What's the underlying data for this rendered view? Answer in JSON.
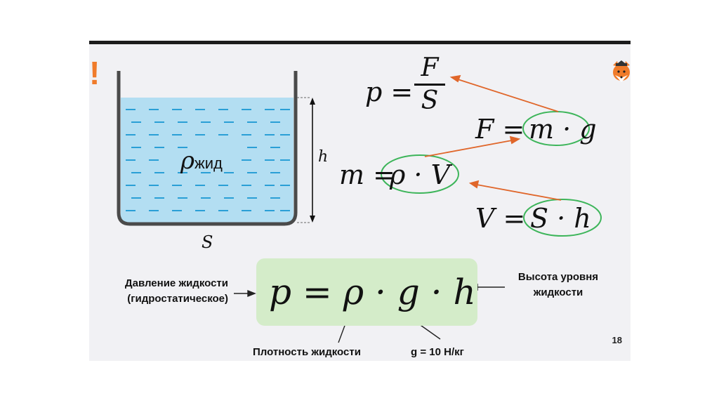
{
  "slide": {
    "exclamation": "!",
    "page_number": "18",
    "logo_icon": "fox-logo-icon"
  },
  "vessel": {
    "density_symbol": "ρ",
    "density_subscript": "жид",
    "height_label": "h",
    "area_label": "S"
  },
  "formulas": {
    "pressure": {
      "lhs": "p =",
      "numerator": "F",
      "denominator": "S"
    },
    "force": {
      "lhs": "F =",
      "rhs": "m · g"
    },
    "mass": {
      "lhs": "m =",
      "rhs": "ρ · V"
    },
    "volume": {
      "lhs": "V =",
      "rhs": "S · h"
    },
    "main": "p = ρ · g · h"
  },
  "labels": {
    "pressure_line1": "Давление жидкости",
    "pressure_line2": "(гидростатическое)",
    "height_line1": "Высота уровня",
    "height_line2": "жидкости",
    "density": "Плотность жидкости",
    "gravity": "g = 10 Н/кг"
  },
  "colors": {
    "liquid": "#b3def2",
    "dash": "#2a9fd6",
    "highlight_ellipse": "#3db55a",
    "arrow_orange": "#e0662a",
    "formula_box": "#d4ecc9",
    "exclamation": "#f07b2a"
  }
}
